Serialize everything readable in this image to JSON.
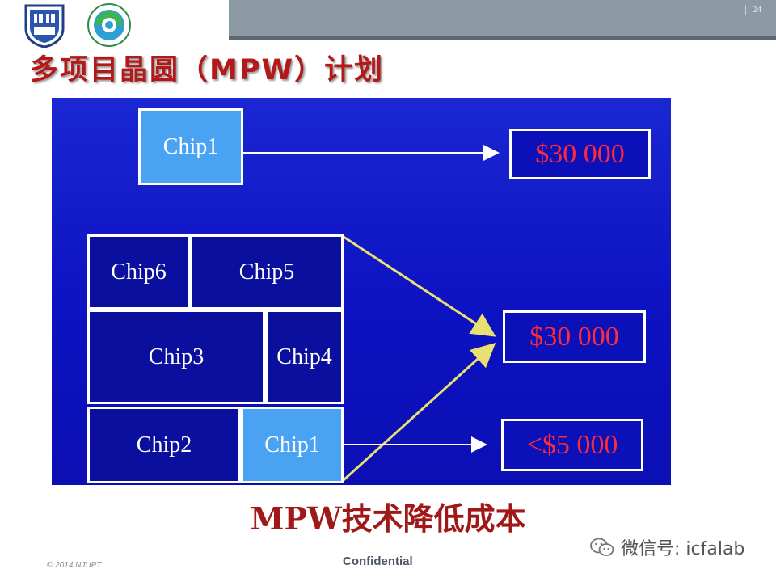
{
  "header": {
    "page_number": "24"
  },
  "title": "多项目晶圆（MPW）计划",
  "diagram": {
    "single_chip_label": "Chip1",
    "single_price": "$30 000",
    "mpw_chips": [
      "Chip6",
      "Chip5",
      "Chip3",
      "Chip4",
      "Chip2",
      "Chip1"
    ],
    "mpw_total_price": "$30 000",
    "per_chip_price": "<$5 000"
  },
  "subtitle": "MPW技术降低成本",
  "footer": {
    "copyright": "© 2014 NJUPT",
    "confidential": "Confidential",
    "wechat": "微信号: icfalab"
  },
  "colors": {
    "title": "#b41818",
    "diagram_bg": "#1116c4",
    "highlight_chip": "#4aa3f2",
    "price_text": "#ff2b3a",
    "arrow_yellow": "#e8e070"
  }
}
